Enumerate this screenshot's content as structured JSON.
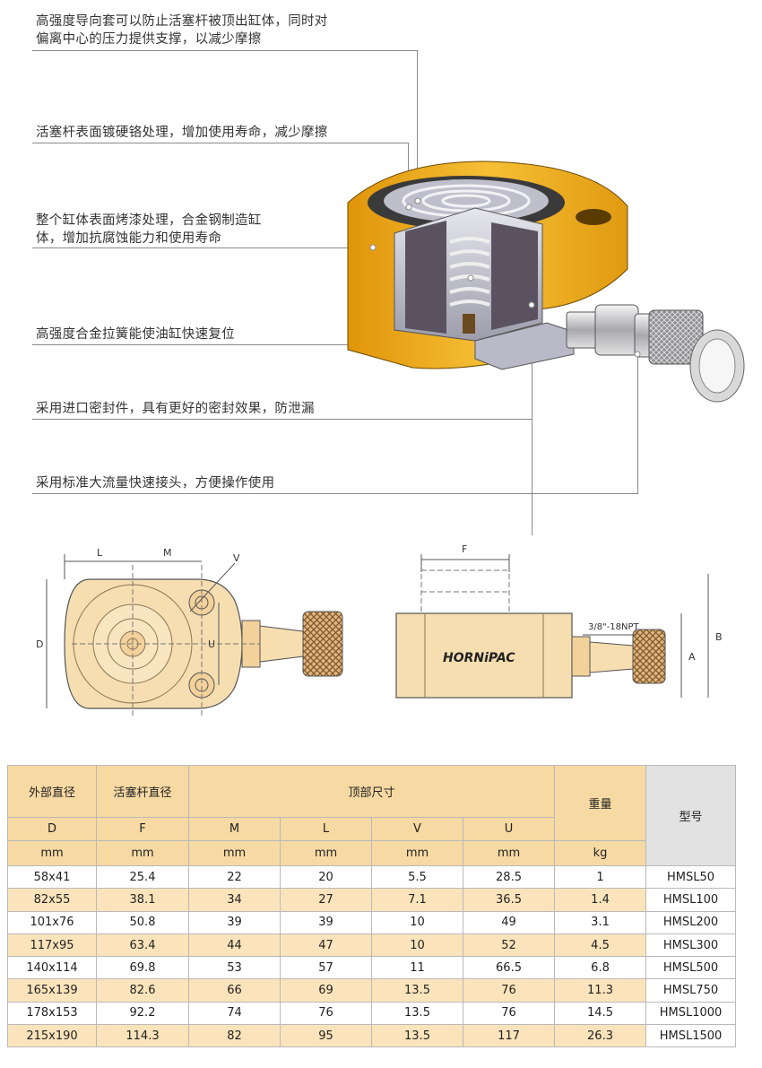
{
  "features": [
    {
      "line1": "高强度导向套可以防止活塞杆被顶出缸体，同时对",
      "line2": "偏离中心的压力提供支撑，以减少摩擦"
    },
    {
      "line1": "活塞杆表面镀硬铬处理，增加使用寿命，减少摩擦",
      "line2": ""
    },
    {
      "line1": "整个缸体表面烤漆处理，合金钢制造缸",
      "line2": "体，增加抗腐蚀能力和使用寿命"
    },
    {
      "line1": "高强度合金拉簧能使油缸快速复位",
      "line2": ""
    },
    {
      "line1": "采用进口密封件，具有更好的密封效果，防泄漏",
      "line2": ""
    },
    {
      "line1": "采用标准大流量快速接头，方便操作使用",
      "line2": ""
    }
  ],
  "drawing": {
    "dim_L": "L",
    "dim_M": "M",
    "dim_V": "V",
    "dim_D": "D",
    "dim_U": "U",
    "dim_F": "F",
    "dim_A": "A",
    "dim_B": "B",
    "thread": "3/8\"-18NPT",
    "brand": "HORNiPAC"
  },
  "colors": {
    "body_yellow": "#f2b21c",
    "drawing_fill": "#f6deb0",
    "table_header": "#f7d9a3",
    "table_stripe": "#fbe4bb",
    "model_header": "#e2e2e2"
  },
  "table": {
    "h_outer": "外部直径",
    "h_rod": "活塞杆直径",
    "h_top": "顶部尺寸",
    "h_weight": "重量",
    "h_model": "型号",
    "symbols": [
      "D",
      "F",
      "M",
      "L",
      "V",
      "U"
    ],
    "units": [
      "mm",
      "mm",
      "mm",
      "mm",
      "mm",
      "mm",
      "kg"
    ],
    "rows": [
      [
        "58x41",
        "25.4",
        "22",
        "20",
        "5.5",
        "28.5",
        "1",
        "HMSL50"
      ],
      [
        "82x55",
        "38.1",
        "34",
        "27",
        "7.1",
        "36.5",
        "1.4",
        "HMSL100"
      ],
      [
        "101x76",
        "50.8",
        "39",
        "39",
        "10",
        "49",
        "3.1",
        "HMSL200"
      ],
      [
        "117x95",
        "63.4",
        "44",
        "47",
        "10",
        "52",
        "4.5",
        "HMSL300"
      ],
      [
        "140x114",
        "69.8",
        "53",
        "57",
        "11",
        "66.5",
        "6.8",
        "HMSL500"
      ],
      [
        "165x139",
        "82.6",
        "66",
        "69",
        "13.5",
        "76",
        "11.3",
        "HMSL750"
      ],
      [
        "178x153",
        "92.2",
        "74",
        "76",
        "13.5",
        "76",
        "14.5",
        "HMSL1000"
      ],
      [
        "215x190",
        "114.3",
        "82",
        "95",
        "13.5",
        "117",
        "26.3",
        "HMSL1500"
      ]
    ]
  }
}
